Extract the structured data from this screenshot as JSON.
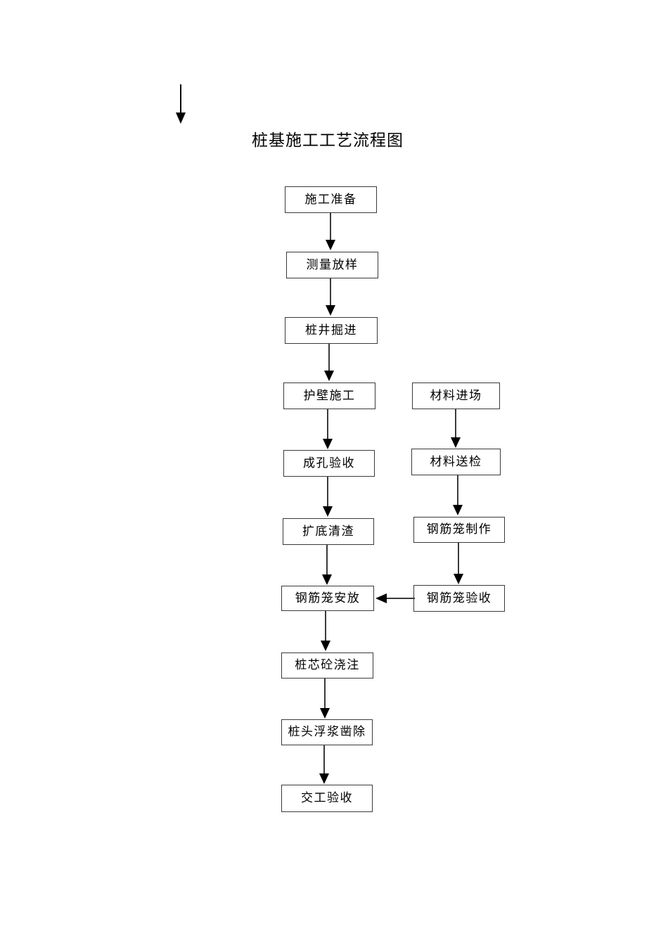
{
  "document": {
    "title": "桩基施工工艺流程图",
    "background_color": "#ffffff",
    "line_color": "#3a3a3a",
    "text_color": "#000000"
  },
  "diagram": {
    "type": "flowchart",
    "orientation": "top-to-bottom",
    "columns": [
      {
        "name": "main-pile-process",
        "nodes": [
          {
            "id": "n1",
            "label": "施工准备"
          },
          {
            "id": "n2",
            "label": "测量放样"
          },
          {
            "id": "n3",
            "label": "桩井掘进"
          },
          {
            "id": "n4",
            "label": "护壁施工"
          },
          {
            "id": "n5",
            "label": "成孔验收"
          },
          {
            "id": "n6",
            "label": "扩底清渣"
          },
          {
            "id": "n7",
            "label": "钢筋笼安放"
          },
          {
            "id": "n8",
            "label": "桩芯砼浇注"
          },
          {
            "id": "n9",
            "label": "桩头浮浆凿除"
          },
          {
            "id": "n10",
            "label": "交工验收"
          }
        ]
      },
      {
        "name": "material-rebar-process",
        "nodes": [
          {
            "id": "m1",
            "label": "材料进场"
          },
          {
            "id": "m2",
            "label": "材料送检"
          },
          {
            "id": "m3",
            "label": "钢筋笼制作"
          },
          {
            "id": "m4",
            "label": "钢筋笼验收"
          }
        ]
      }
    ],
    "edges": [
      {
        "from": "n1",
        "to": "n2",
        "direction": "down"
      },
      {
        "from": "n2",
        "to": "n3",
        "direction": "down"
      },
      {
        "from": "n3",
        "to": "n4",
        "direction": "down"
      },
      {
        "from": "n4",
        "to": "n5",
        "direction": "down"
      },
      {
        "from": "n5",
        "to": "n6",
        "direction": "down"
      },
      {
        "from": "n6",
        "to": "n7",
        "direction": "down"
      },
      {
        "from": "n7",
        "to": "n8",
        "direction": "down"
      },
      {
        "from": "n8",
        "to": "n9",
        "direction": "down"
      },
      {
        "from": "n9",
        "to": "n10",
        "direction": "down"
      },
      {
        "from": "m1",
        "to": "m2",
        "direction": "down"
      },
      {
        "from": "m2",
        "to": "m3",
        "direction": "down"
      },
      {
        "from": "m3",
        "to": "m4",
        "direction": "down"
      },
      {
        "from": "m4",
        "to": "n7",
        "direction": "left"
      }
    ],
    "stray_marker": {
      "id": "top-left-arrow",
      "direction": "down"
    }
  }
}
